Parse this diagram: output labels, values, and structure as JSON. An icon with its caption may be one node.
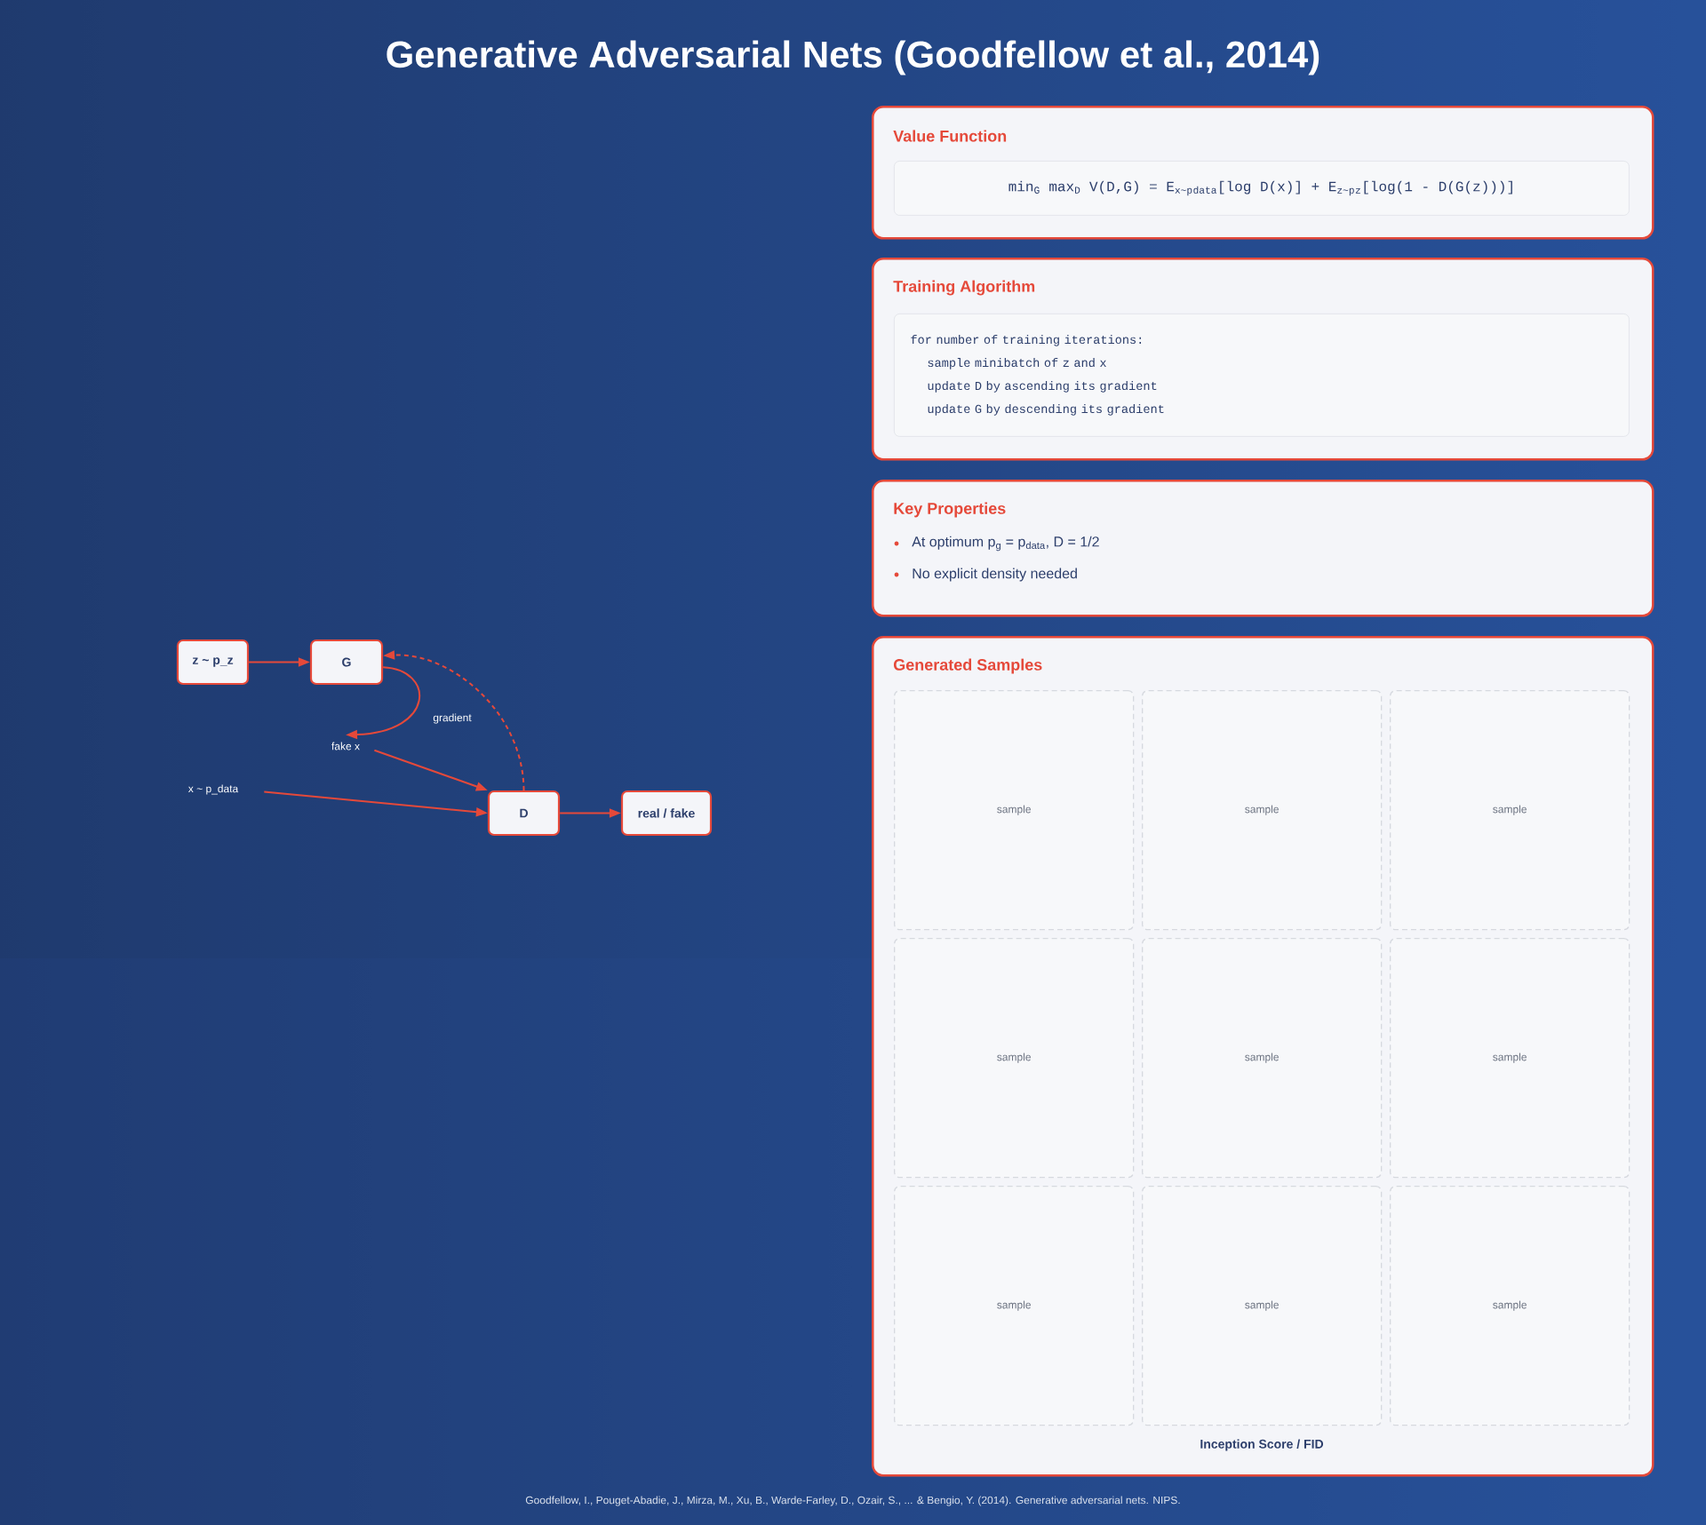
{
  "diagram": {
    "title": "Generative Adversarial Nets (Goodfellow et al., 2014)",
    "caption": "Goodfellow, I., Pouget-Abadie, J., Mirza, M., Xu, B., Warde-Farley, D., Ozair, S., ... & Bengio, Y. (2014). Generative adversarial nets. NIPS.",
    "nodes": [
      {
        "text": [
          "z ~ p_z"
        ]
      },
      {
        "text": [
          "G"
        ]
      },
      {
        "text": [
          "fake x"
        ]
      },
      {
        "text": [
          "x ~ p_data"
        ]
      },
      {
        "text": [
          "D"
        ]
      },
      {
        "text": [
          "real / fake"
        ]
      },
      {
        "text": [
          "Value Function"
        ]
      },
      {
        "text": [
          "min$_{G}$ max$_{D}$ V(D,G) = E$_{x~p}$$_{data}$[log D(x)] + E$_{z~p}$$_{z}$[log(1 - D(G(z)))]"
        ],
        "in": 6
      },
      {
        "text": [
          "Training Algorithm"
        ]
      },
      {
        "text": [
          "for number of training iterations:",
          "sample minibatch of z and x",
          "update D by ascending its gradient",
          "update G by descending its gradient"
        ],
        "in": 8
      },
      {
        "text": [
          "Key Properties",
          "At optimum p$_{g}$ = p$_{data}$, D = 1/2",
          "No explicit density needed"
        ]
      },
      {
        "text": [
          "Generated Samples",
          "Inception Score / FID"
        ]
      },
      {
        "text": [
          "sample"
        ],
        "in": 11
      },
      {
        "text": [
          "sample"
        ],
        "in": 11
      },
      {
        "text": [
          "sample"
        ],
        "in": 11
      },
      {
        "text": [
          "sample"
        ],
        "in": 11
      },
      {
        "text": [
          "sample"
        ],
        "in": 11
      },
      {
        "text": [
          "sample"
        ],
        "in": 11
      },
      {
        "text": [
          "sample"
        ],
        "in": 11
      },
      {
        "text": [
          "sample"
        ],
        "in": 11
      },
      {
        "text": [
          "sample"
        ],
        "in": 11
      }
    ],
    "edges": [
      {
        "from": 0,
        "to": 1,
        "arrow": "to"
      },
      {
        "from": 1,
        "to": 2,
        "arrow": "to"
      },
      {
        "from": 2,
        "to": 4,
        "arrow": "to"
      },
      {
        "from": 3,
        "to": 4,
        "arrow": "to"
      },
      {
        "from": 4,
        "to": 1,
        "arrow": "to",
        "label": "gradient",
        "style": "dashed"
      },
      {
        "from": 4,
        "to": 5,
        "arrow": "to"
      }
    ]
  }
}
